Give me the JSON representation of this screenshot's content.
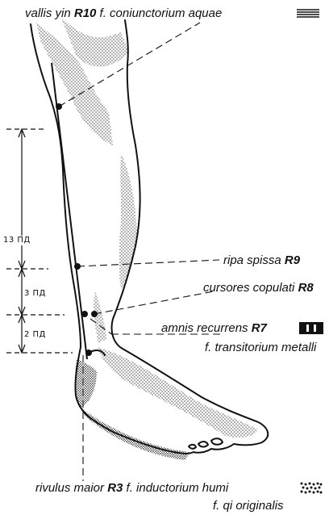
{
  "labels": {
    "r10": {
      "pre": "vallis yin ",
      "code": "R10",
      "post": " f. coniunctorium aquae"
    },
    "r9": {
      "pre": "ripa spissa ",
      "code": "R9"
    },
    "r8": {
      "pre": "cursores copulati ",
      "code": "R8"
    },
    "r7": {
      "pre": "amnis recurrens ",
      "code": "R7"
    },
    "r7b": {
      "text": "f. transitorium metalli"
    },
    "r3": {
      "pre": "rivulus maior ",
      "code": "R3",
      "post": " f. inductorium humi"
    },
    "r3b": {
      "text": "f. qi originalis"
    }
  },
  "measurements": {
    "upper": "13 ПД",
    "middle": "3 ПД",
    "lower": "2 ПД"
  },
  "element_symbols": [
    "water-symbol-icon",
    "metal-symbol-icon",
    "earth-symbol-icon"
  ],
  "colors": {
    "ink": "#111111",
    "stipple": "#555555",
    "paper": "#ffffff"
  }
}
